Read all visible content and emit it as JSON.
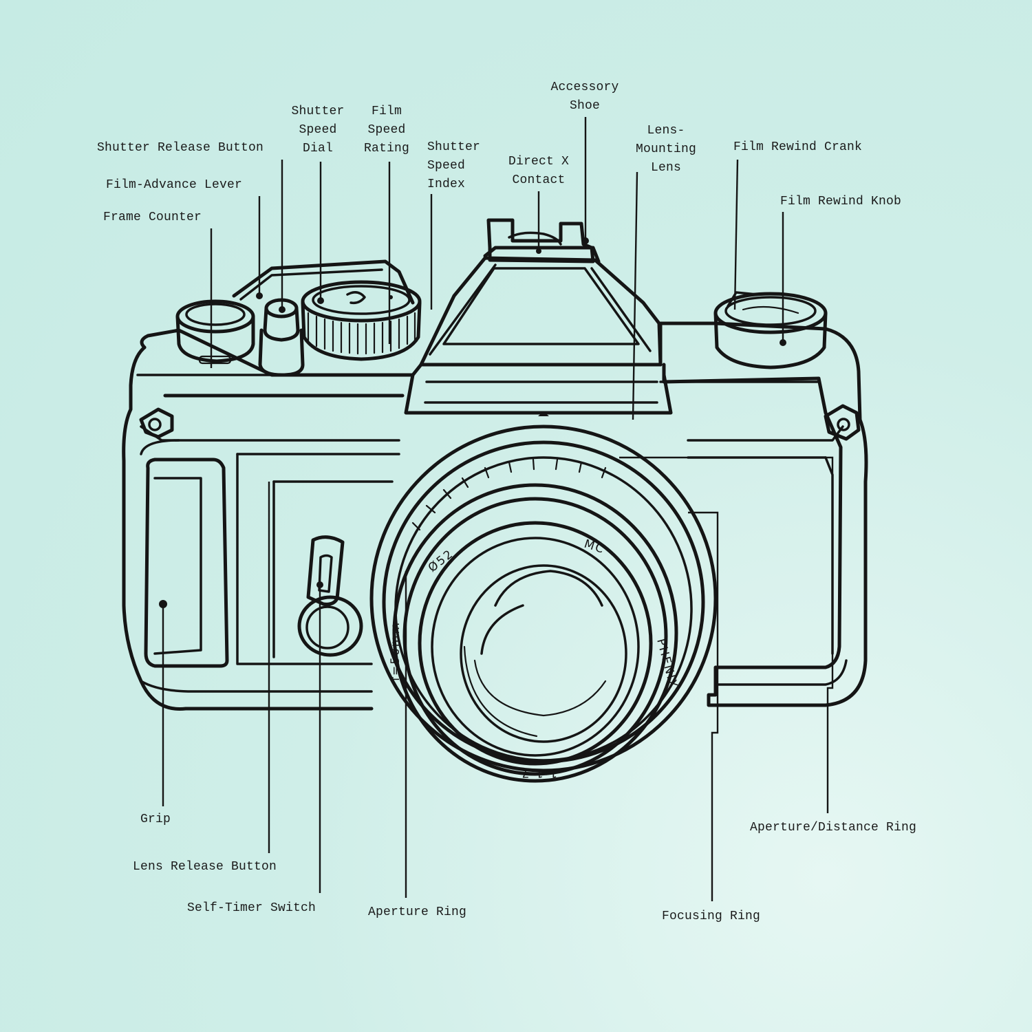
{
  "labels": {
    "accessory_shoe": "Accessory\nShoe",
    "shutter_speed_dial": "Shutter\nSpeed\nDial",
    "film_speed_rating": "Film\nSpeed\nRating",
    "shutter_release_button": "Shutter Release Button",
    "shutter_speed_index": "Shutter\nSpeed\nIndex",
    "direct_x_contact": "Direct X\nContact",
    "lens_mounting_lens": "Lens-\nMounting\nLens",
    "film_rewind_crank": "Film Rewind Crank",
    "film_advance_lever": "Film-Advance Lever",
    "film_rewind_knob": "Film Rewind Knob",
    "frame_counter": "Frame Counter",
    "grip": "Grip",
    "aperture_distance_ring": "Aperture/Distance Ring",
    "lens_release_button": "Lens Release Button",
    "self_timer_switch": "Self-Timer Switch",
    "aperture_ring": "Aperture Ring",
    "focusing_ring": "Focusing Ring"
  },
  "lens_markings": {
    "filter": "Ø52",
    "coating": "MC",
    "brand": "PHENIX",
    "focal": "f=50mm",
    "aperture": "1:1.7"
  },
  "colors": {
    "background": "#cfeee8",
    "ink": "#151515"
  }
}
